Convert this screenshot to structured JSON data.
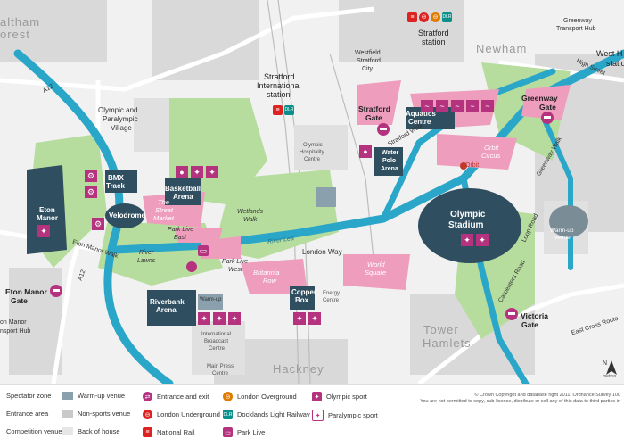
{
  "areas": {
    "waltham": "altham",
    "forest": "orest",
    "newham": "Newham",
    "tower_hamlets_1": "Tower",
    "tower_hamlets_2": "Hamlets",
    "hackney": "Hackney"
  },
  "stations": {
    "stratford_1": "Stratford",
    "stratford_2": "station",
    "stratford_intl_1": "Stratford",
    "stratford_intl_2": "International",
    "stratford_intl_3": "station",
    "westfield_1": "Westfield",
    "westfield_2": "Stratford",
    "westfield_3": "City",
    "greenway_hub_1": "Greenway",
    "greenway_hub_2": "Transport Hub",
    "west_ham_1": "West H",
    "west_ham_2": "statio",
    "eton_hub_1": "on Manor",
    "eton_hub_2": "nsport Hub"
  },
  "venues": {
    "olympic_village_1": "Olympic and",
    "olympic_village_2": "Paralympic",
    "olympic_village_3": "Village",
    "aquatics_1": "Aquatics",
    "aquatics_2": "Centre",
    "water_polo_1": "Water",
    "water_polo_2": "Polo",
    "water_polo_3": "Arena",
    "stadium_1": "Olympic",
    "stadium_2": "Stadium",
    "orbit_1": "Orbit",
    "orbit_2": "Circus",
    "orbit_tag": "Orbit",
    "bmx_1": "BMX",
    "bmx_2": "Track",
    "velodrome": "Velodrome",
    "eton_manor_1": "Eton",
    "eton_manor_2": "Manor",
    "basketball_1": "Basketball",
    "basketball_2": "Arena",
    "street_market_1": "The",
    "street_market_2": "Street",
    "street_market_3": "Market",
    "park_live_east_1": "Park Live",
    "park_live_east_2": "East",
    "park_live_west_1": "Park Live",
    "park_live_west_2": "West",
    "riverbank_1": "Riverbank",
    "riverbank_2": "Arena",
    "copper_box_1": "Copper",
    "copper_box_2": "Box",
    "britannia_1": "Britannia",
    "britannia_2": "Row",
    "world_square_1": "World",
    "world_square_2": "Square",
    "warmup_venue_1": "Warm-up",
    "warmup_venue_2": "venue",
    "warmup_small": "Warm-up",
    "hospitality_1": "Olympic",
    "hospitality_2": "Hospitality",
    "hospitality_3": "Centre",
    "broadcast_1": "International",
    "broadcast_2": "Broadcast",
    "broadcast_3": "Centre",
    "main_press_1": "Main Press",
    "main_press_2": "Centre",
    "energy_1": "Energy",
    "energy_2": "Centre"
  },
  "paths": {
    "wetlands_1": "Wetlands",
    "wetlands_2": "Walk",
    "river_lawns_1": "River",
    "river_lawns_2": "Lawns",
    "london_way": "London Way",
    "eton_manor_walk": "Eton Manor Walk",
    "stratford_walk": "Stratford Walk",
    "greenway_walk": "Greenway Walk",
    "river_lea": "River Lea",
    "high_street": "High Street",
    "loop_road": "Loop Road",
    "a12_a": "A12",
    "a12_b": "A12",
    "carpenters": "Carpenters Road",
    "east_cross": "East Cross Route"
  },
  "gates": {
    "stratford_1": "Stratford",
    "stratford_2": "Gate",
    "greenway_1": "Greenway",
    "greenway_2": "Gate",
    "eton_manor_1": "Eton Manor",
    "eton_manor_2": "Gate",
    "victoria_1": "Victoria",
    "victoria_2": "Gate"
  },
  "north_label": "N",
  "scale_label": "metres",
  "legend": {
    "spectator_zone": "Spectator zone",
    "entrance_area": "Entrance area",
    "competition_venues": "Competition venues",
    "warmup_venue": "Warm-up venue",
    "non_sports_venue": "Non-sports venue",
    "back_of_house": "Back of house",
    "entrance_exit": "Entrance and exit",
    "underground": "London Underground",
    "national_rail": "National Rail",
    "overground": "London Overground",
    "dlr": "Docklands Light Railway",
    "park_live": "Park Live",
    "olympic_sport": "Olympic sport",
    "paralympic_sport": "Paralympic sport",
    "dlr_badge": "DLR"
  },
  "copyright_1": "© Crown Copyright and database right 2011. Ordnance Survey 100",
  "copyright_2": "You are not permitted to copy, sub-license, distribute or sell any of this data to third parties in",
  "colors": {
    "river": "#2aa6c9",
    "venue_dark": "#2f4e5f",
    "pink": "#ef9dbd",
    "magenta": "#b5337e",
    "green": "#a6d48c",
    "grey_block": "#c9c9c9",
    "light_grey": "#e6e6e6"
  }
}
